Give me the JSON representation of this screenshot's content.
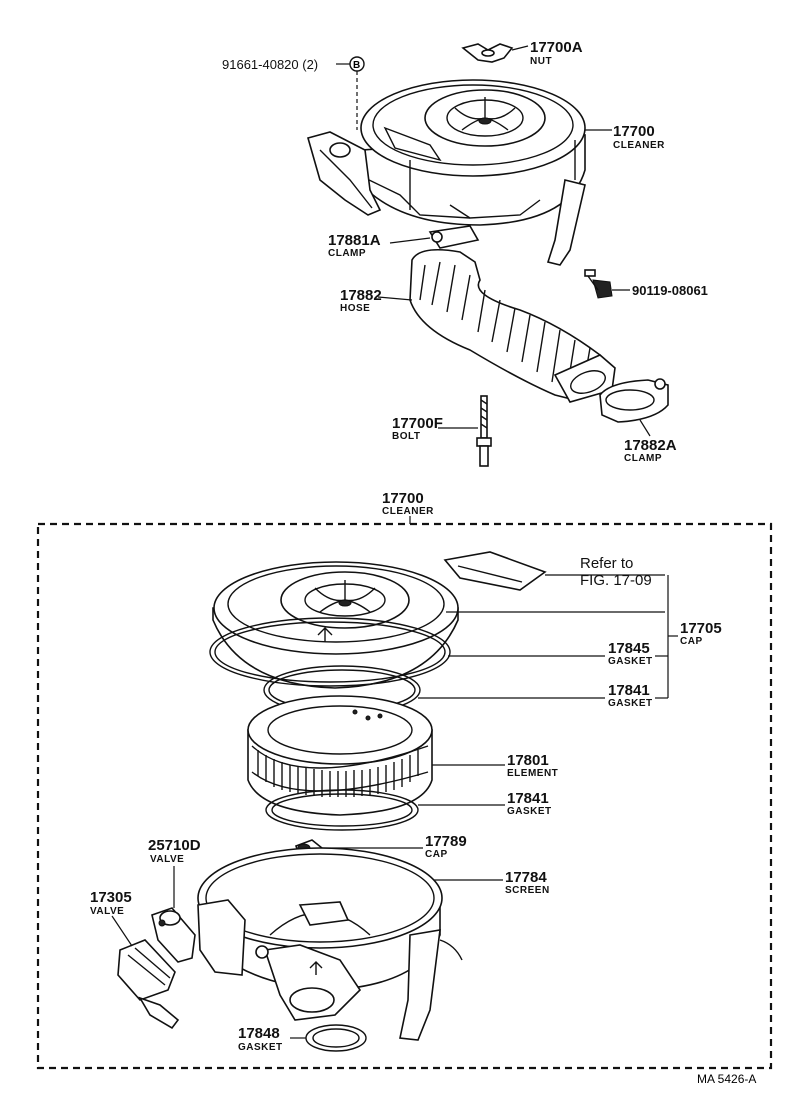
{
  "upper": {
    "nut": {
      "no": "17700A",
      "name": "NUT"
    },
    "bolt_spec": {
      "no": "91661-40820 (2)",
      "ref": "B"
    },
    "cleaner": {
      "no": "17700",
      "name": "CLEANER"
    },
    "clamp": {
      "no": "17881A",
      "name": "CLAMP"
    },
    "hose": {
      "no": "17882",
      "name": "HOSE"
    },
    "bolt_right": {
      "no": "90119-08061"
    },
    "bolt": {
      "no": "17700F",
      "name": "BOLT"
    },
    "clamp2": {
      "no": "17882A",
      "name": "CLAMP"
    }
  },
  "lower": {
    "header": {
      "no": "17700",
      "name": "CLEANER"
    },
    "refer": {
      "line1": "Refer to",
      "line2": "FIG. 17-09"
    },
    "cap": {
      "no": "17705",
      "name": "CAP"
    },
    "gasket_a": {
      "no": "17845",
      "name": "GASKET"
    },
    "gasket_b": {
      "no": "17841",
      "name": "GASKET"
    },
    "element": {
      "no": "17801",
      "name": "ELEMENT"
    },
    "gasket_c": {
      "no": "17841",
      "name": "GASKET"
    },
    "cap2": {
      "no": "17789",
      "name": "CAP"
    },
    "screen": {
      "no": "17784",
      "name": "SCREEN"
    },
    "valve_d": {
      "no": "25710D",
      "name": "VALVE"
    },
    "valve": {
      "no": "17305",
      "name": "VALVE"
    },
    "gasket_d": {
      "no": "17848",
      "name": "GASKET"
    }
  },
  "footer": {
    "code": "MA  5426-A"
  }
}
